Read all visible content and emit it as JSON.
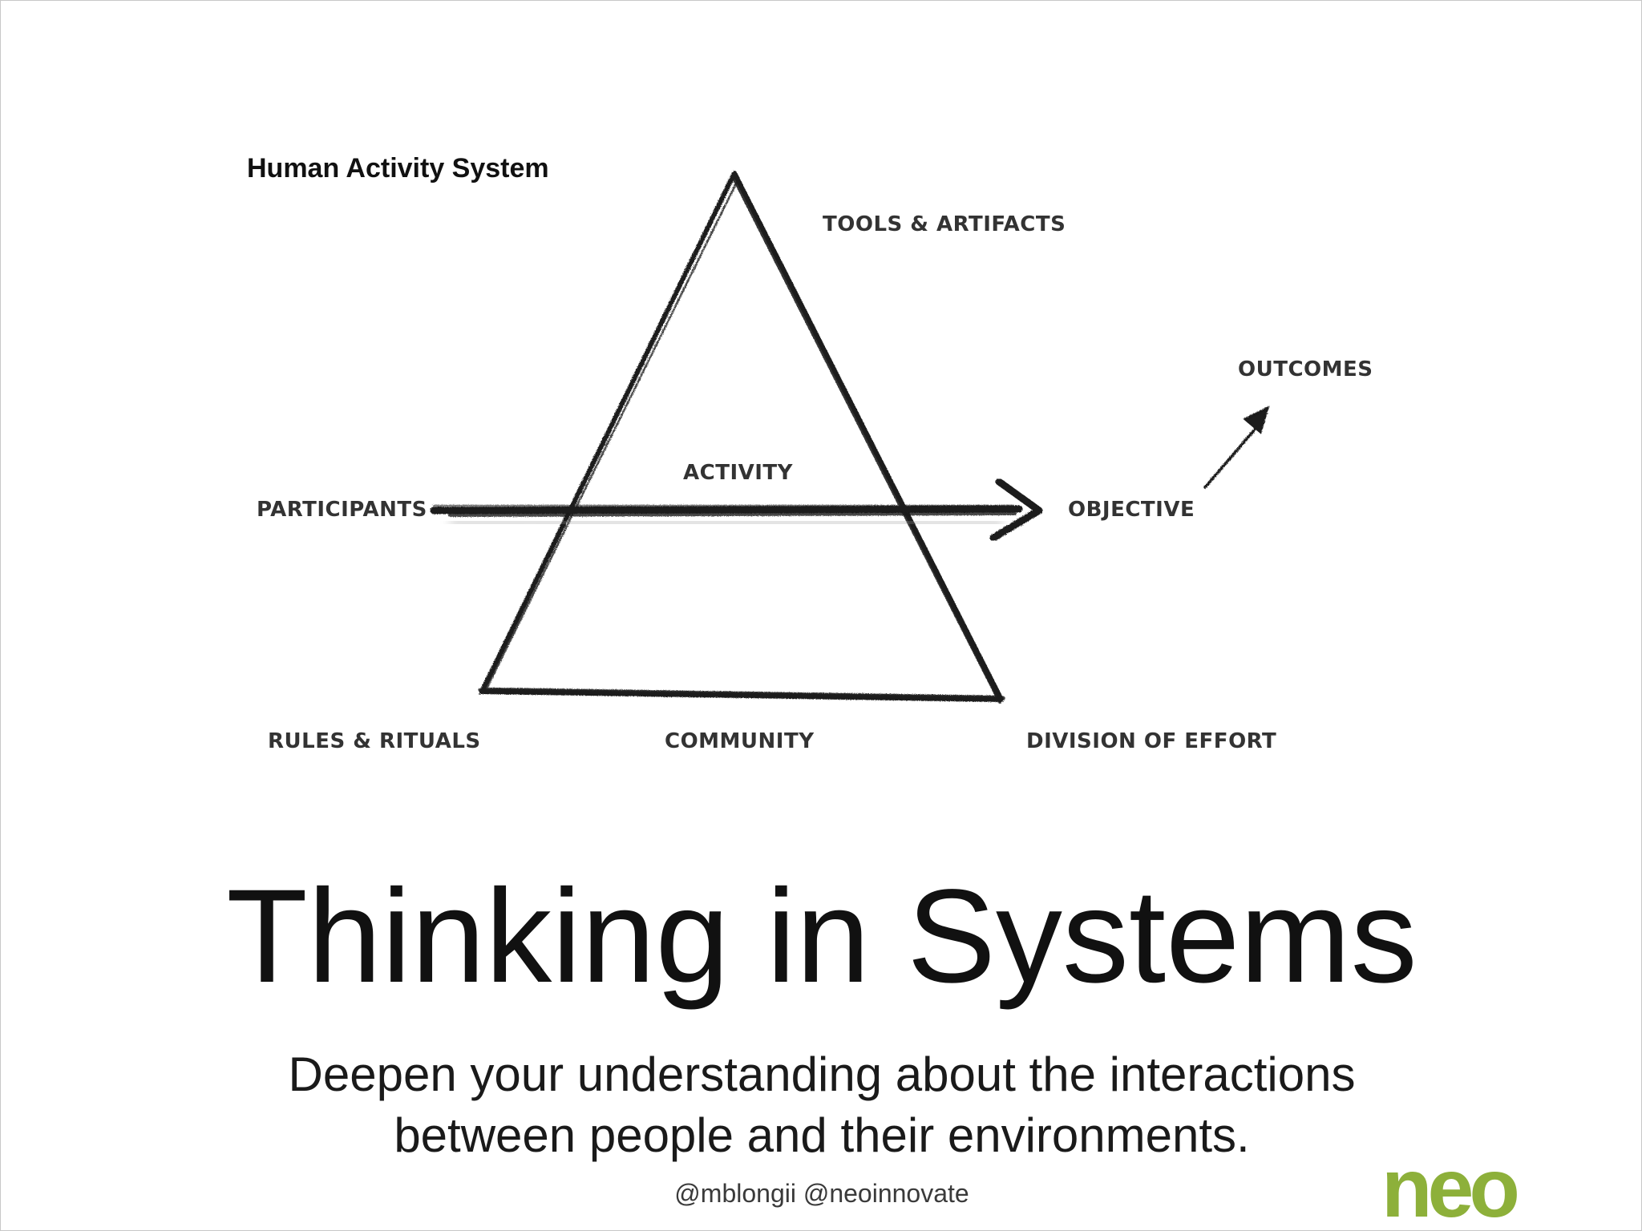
{
  "diagram": {
    "title": "Human Activity System",
    "nodes": {
      "tools": "TOOLS & ARTIFACTS",
      "outcomes": "OUTCOMES",
      "activity": "ACTIVITY",
      "participants": "PARTICIPANTS",
      "objective": "OBJECTIVE",
      "rules": "RULES & RITUALS",
      "community": "COMMUNITY",
      "division": "DIVISION OF EFFORT"
    }
  },
  "heading": {
    "title": "Thinking in Systems",
    "subtitle_line1": "Deepen your understanding about the interactions",
    "subtitle_line2": "between people and their environments."
  },
  "footer": {
    "handles": "@mblongii @neoinnovate",
    "logo": "neo"
  },
  "colors": {
    "ink": "#1a1a1a",
    "logo_green": "#8db03a"
  }
}
